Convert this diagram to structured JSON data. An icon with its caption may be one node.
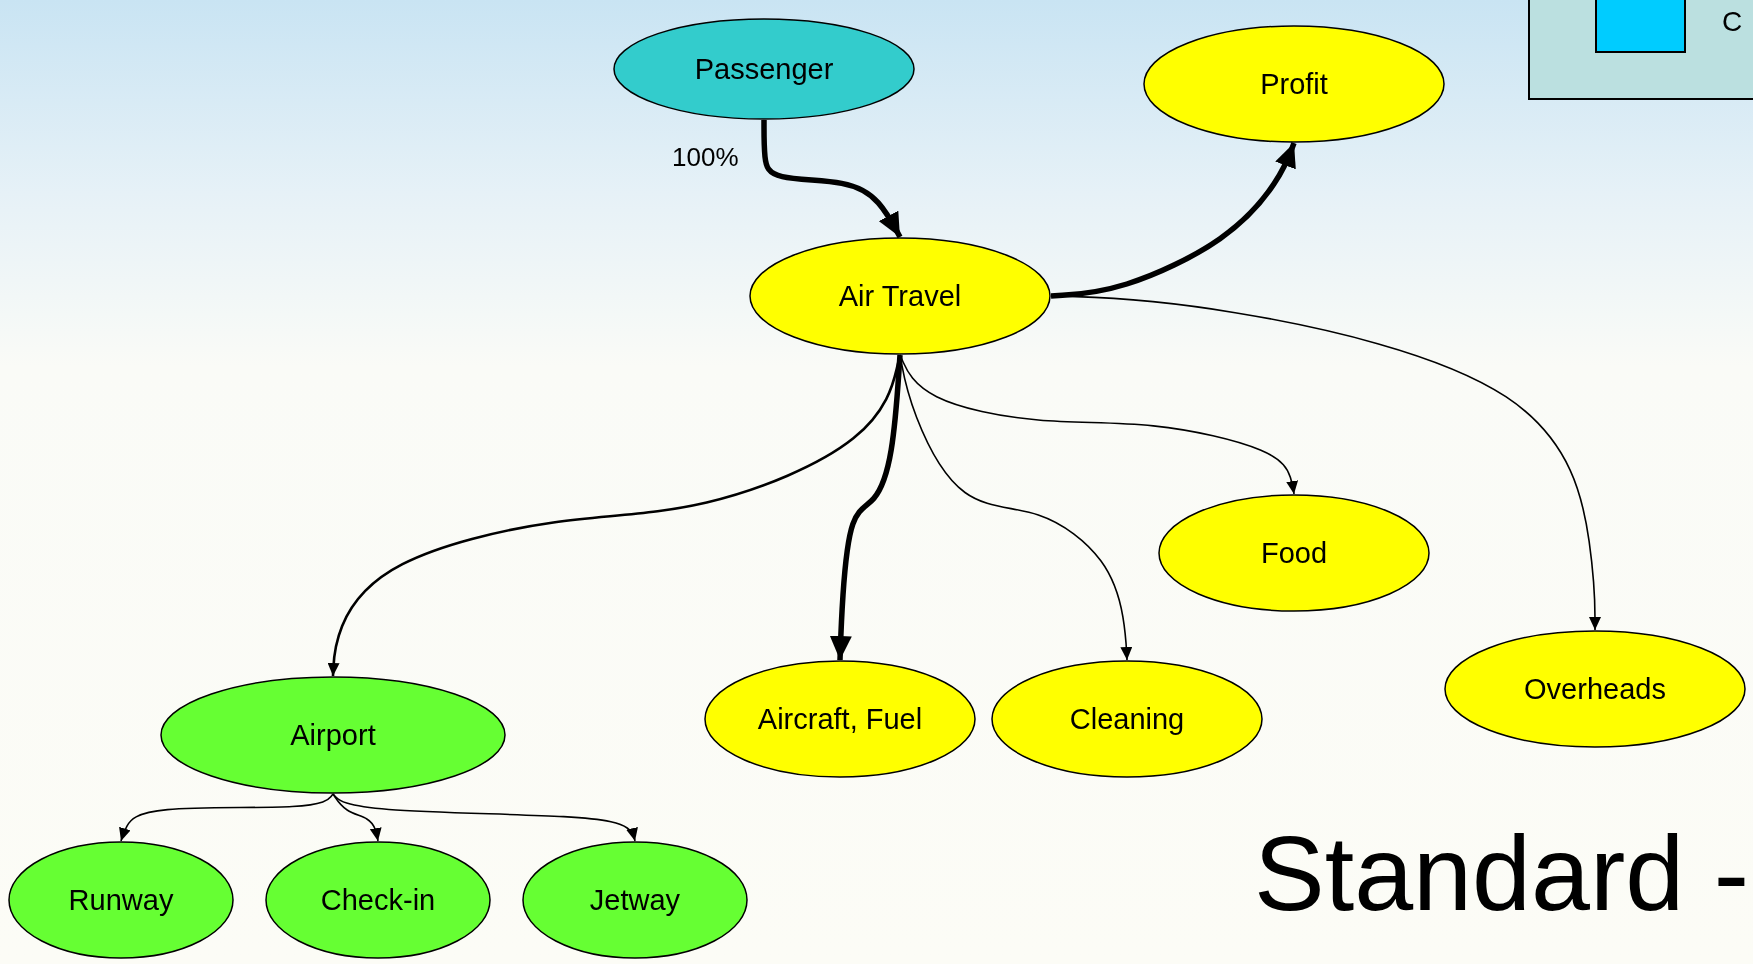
{
  "diagram": {
    "nodes": [
      {
        "text": [
          "Passenger"
        ]
      },
      {
        "text": [
          "Profit"
        ]
      },
      {
        "text": [
          "Air Travel"
        ]
      },
      {
        "text": [
          "Food"
        ]
      },
      {
        "text": [
          "Overheads"
        ]
      },
      {
        "text": [
          "Airport"
        ]
      },
      {
        "text": [
          "Aircraft, Fuel"
        ]
      },
      {
        "text": [
          "Cleaning"
        ]
      },
      {
        "text": [
          "Runway"
        ]
      },
      {
        "text": [
          "Check-in"
        ]
      },
      {
        "text": [
          "Jetway"
        ]
      }
    ],
    "edges": [
      {
        "from": 0,
        "to": 2,
        "arrow": "to",
        "label": "100%",
        "style": "thick"
      },
      {
        "from": 2,
        "to": 1,
        "arrow": "to",
        "style": "thick"
      },
      {
        "from": 2,
        "to": 5,
        "arrow": "to"
      },
      {
        "from": 2,
        "to": 6,
        "arrow": "to",
        "style": "thick"
      },
      {
        "from": 2,
        "to": 7,
        "arrow": "to"
      },
      {
        "from": 2,
        "to": 3,
        "arrow": "to"
      },
      {
        "from": 2,
        "to": 4,
        "arrow": "to"
      },
      {
        "from": 5,
        "to": 8,
        "arrow": "to"
      },
      {
        "from": 5,
        "to": 9,
        "arrow": "to"
      },
      {
        "from": 5,
        "to": 10,
        "arrow": "to"
      }
    ],
    "labels": [
      "Standard -"
    ],
    "legend": [
      {
        "text": "C",
        "color": "#00ccff"
      }
    ]
  }
}
